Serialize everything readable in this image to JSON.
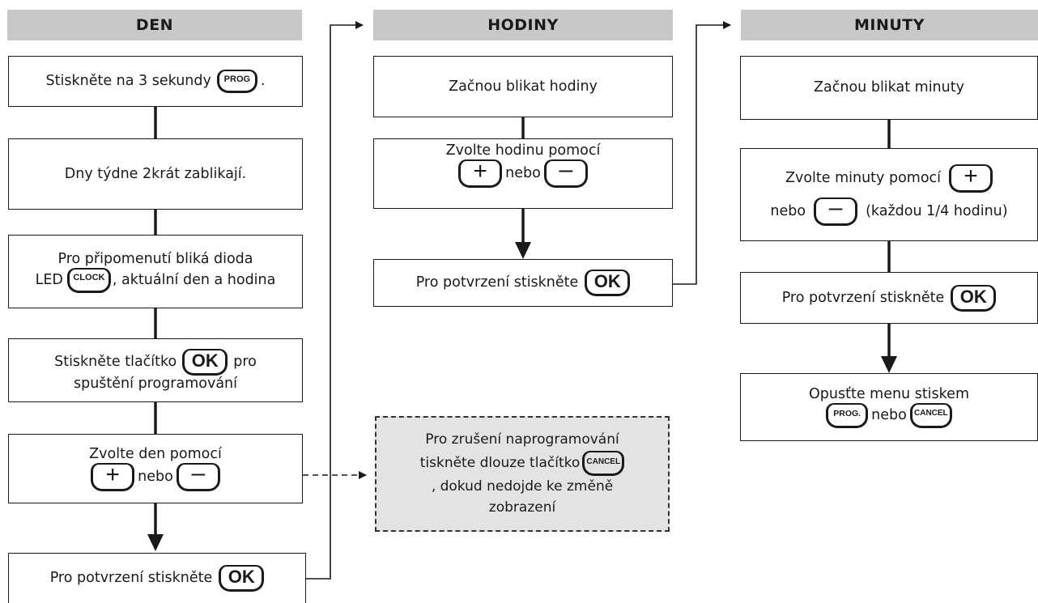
{
  "columns": {
    "den": {
      "header": "DEN",
      "step1": {
        "text": "Stiskněte na 3 sekundy",
        "key": "PROG",
        "after": "."
      },
      "step2": {
        "text": "Dny týdne 2krát zablikají."
      },
      "step3": {
        "line1": "Pro připomenutí bliká dioda",
        "pre": "LED",
        "key": "CLOCK",
        "after": ", aktuální den a hodina"
      },
      "step4": {
        "pre": "Stiskněte tlačítko",
        "key": "OK",
        "after": "pro",
        "line2": "spuštění programování"
      },
      "step5": {
        "line1": "Zvolte den pomocí",
        "mid": "nebo"
      },
      "step6": {
        "text": "Pro potvrzení stiskněte",
        "key": "OK"
      }
    },
    "hodiny": {
      "header": "HODINY",
      "step1": {
        "text": "Začnou blikat hodiny"
      },
      "step2": {
        "line1": "Zvolte hodinu pomocí",
        "mid": "nebo"
      },
      "step3": {
        "text": "Pro potvrzení stiskněte",
        "key": "OK"
      }
    },
    "minuty": {
      "header": "MINUTY",
      "step1": {
        "text": "Začnou blikat minuty"
      },
      "step2": {
        "line1": "Zvolte minuty pomocí",
        "pre": "nebo",
        "after": "(každou 1/4 hodinu)"
      },
      "step3": {
        "text": "Pro potvrzení stiskněte",
        "key": "OK"
      },
      "step4": {
        "line1": "Opusťte menu stiskem",
        "key1": "PROG.",
        "mid": "nebo",
        "key2": "CANCEL"
      }
    }
  },
  "cancel_note": {
    "line1": "Pro zrušení naprogramování",
    "line2": "tiskněte dlouze tlačítko",
    "key": "CANCEL",
    "line3": ", dokud nedojde ke změně",
    "line4": "zobrazení"
  },
  "icons": {
    "plus": "plus-key-icon",
    "minus": "minus-key-icon"
  }
}
